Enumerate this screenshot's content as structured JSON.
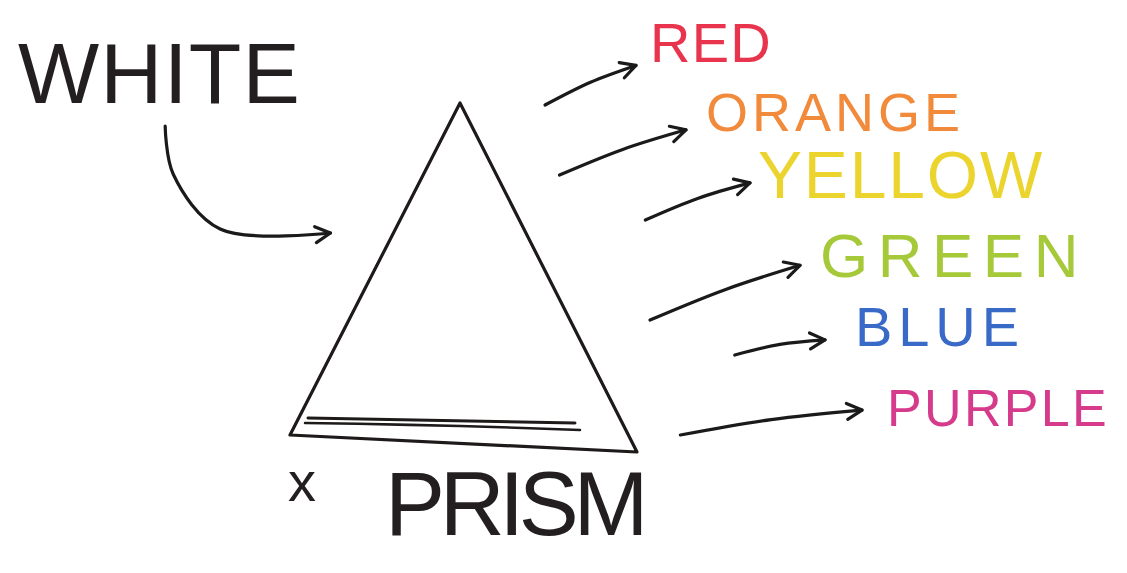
{
  "diagram": {
    "nodes": [
      {
        "text": [
          "WHITE"
        ]
      },
      {
        "text": [
          "PRISM"
        ]
      },
      {
        "text": [
          "RED"
        ]
      },
      {
        "text": [
          "ORANGE"
        ]
      },
      {
        "text": [
          "YELLOW"
        ]
      },
      {
        "text": [
          "GREEN"
        ]
      },
      {
        "text": [
          "BLUE"
        ]
      },
      {
        "text": [
          "PURPLE"
        ]
      }
    ],
    "edges": [
      {
        "from": 0,
        "to": 1,
        "arrow": "to"
      },
      {
        "from": 1,
        "to": 2,
        "arrow": "to"
      },
      {
        "from": 1,
        "to": 3,
        "arrow": "to"
      },
      {
        "from": 1,
        "to": 4,
        "arrow": "to"
      },
      {
        "from": 1,
        "to": 5,
        "arrow": "to"
      },
      {
        "from": 1,
        "to": 6,
        "arrow": "to"
      },
      {
        "from": 1,
        "to": 7,
        "arrow": "to"
      }
    ],
    "labels": [
      "x"
    ]
  }
}
